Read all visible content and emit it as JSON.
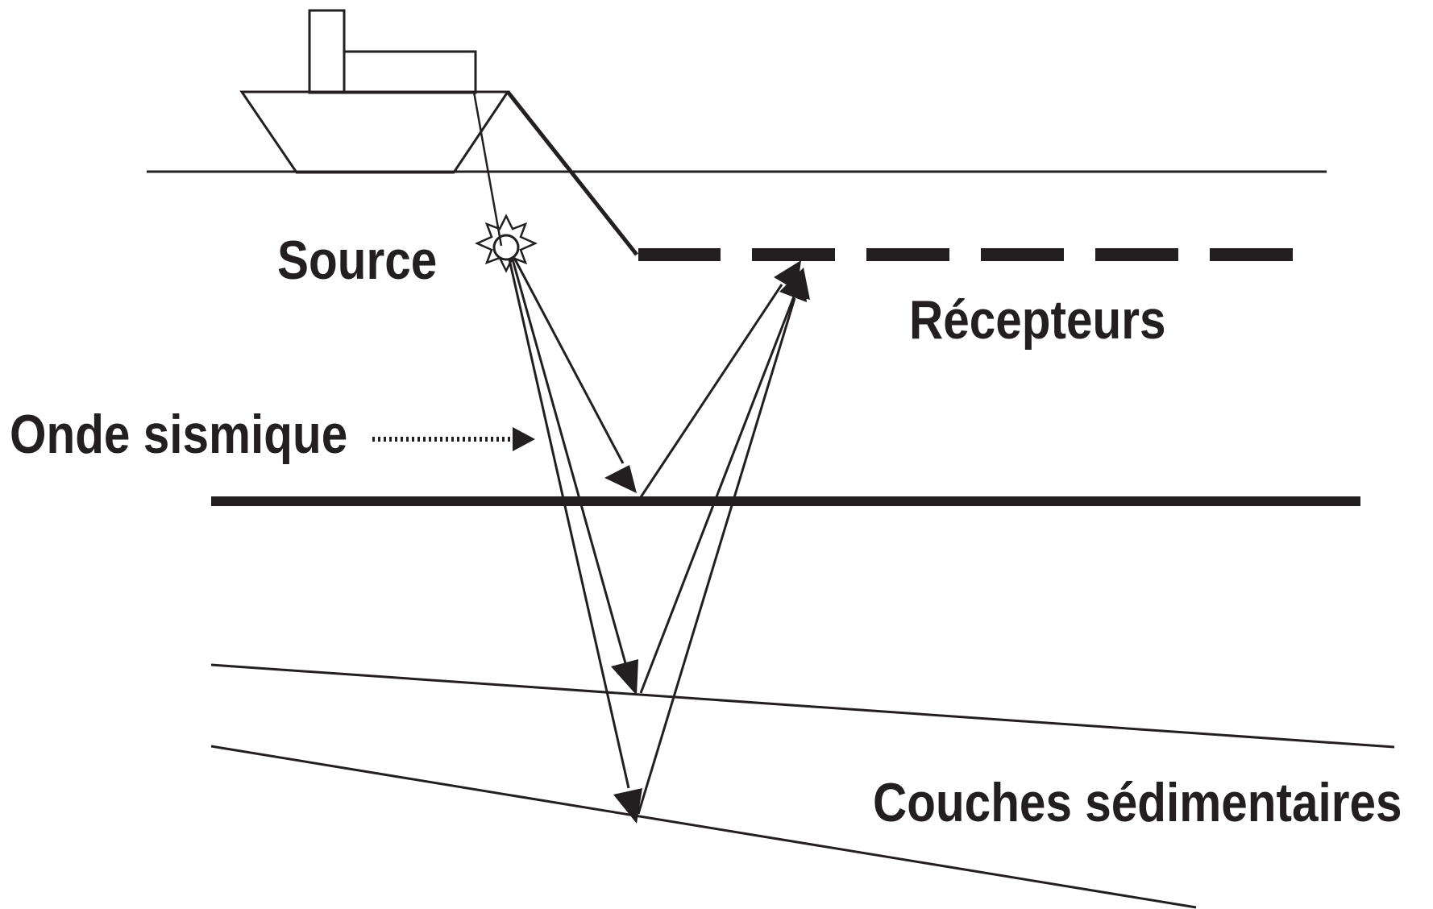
{
  "labels": {
    "source": "Source",
    "receivers": "Récepteurs",
    "seismic_wave": "Onde sismique",
    "sedimentary_layers": "Couches sédimentaires"
  },
  "colors": {
    "ink": "#231f20",
    "background": "#ffffff"
  }
}
